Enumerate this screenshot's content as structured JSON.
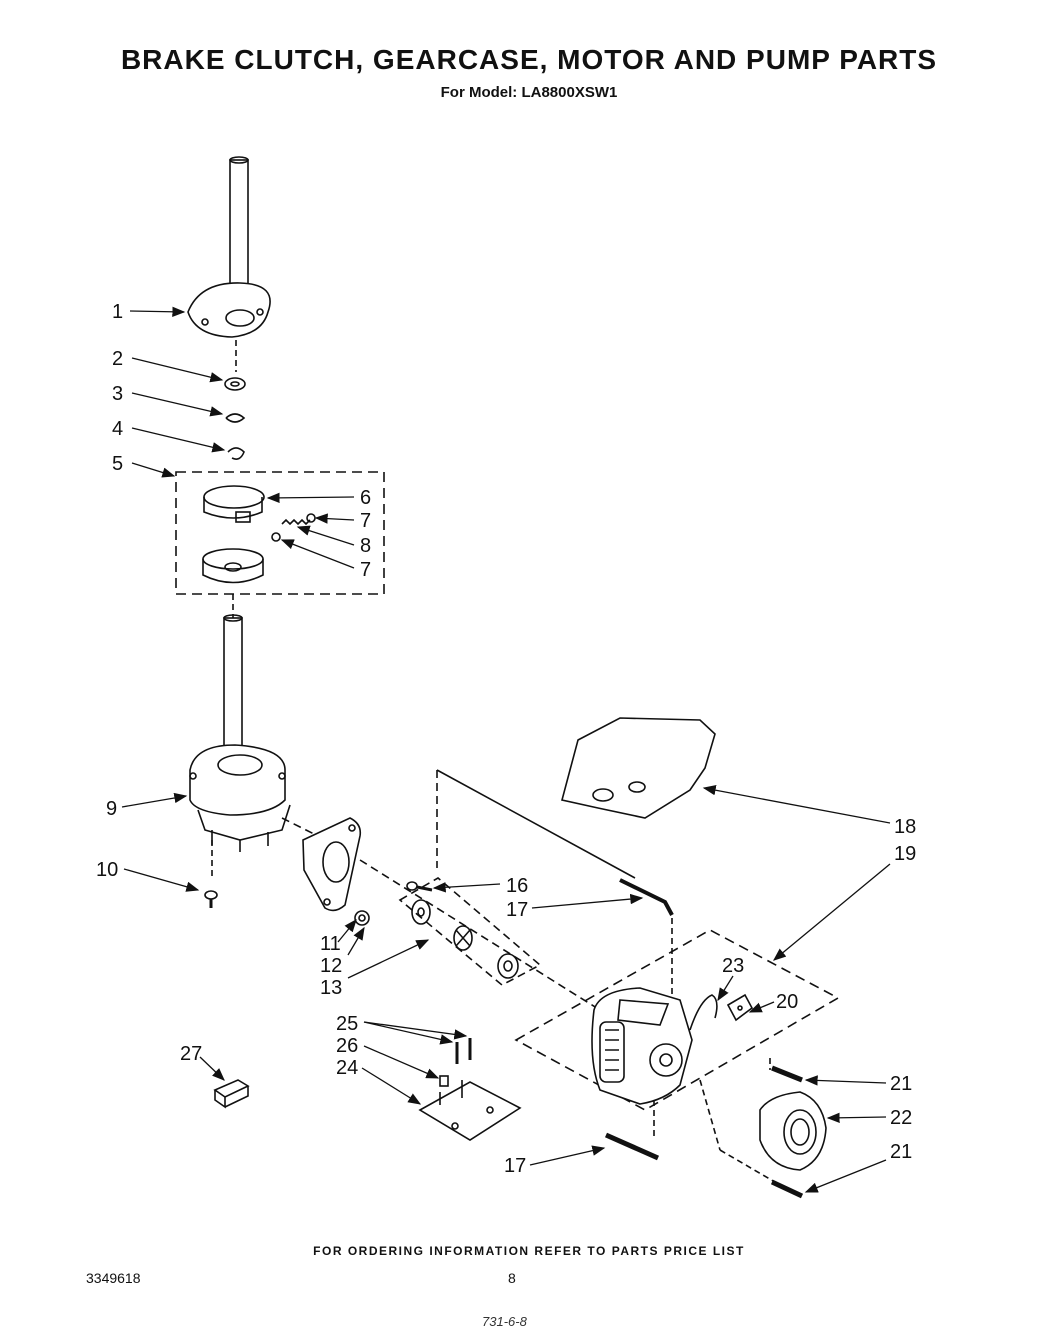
{
  "title": "BRAKE  CLUTCH, GEARCASE, MOTOR AND PUMP PARTS",
  "subtitle": "For Model: LA8800XSW1",
  "footer_note": "FOR ORDERING INFORMATION REFER TO PARTS PRICE LIST",
  "doc_number": "3349618",
  "page_number": "8",
  "handwritten_note": "731-6-8",
  "callouts": [
    "1",
    "2",
    "3",
    "4",
    "5",
    "6",
    "7",
    "8",
    "7",
    "9",
    "10",
    "11",
    "12",
    "13",
    "16",
    "17",
    "18",
    "19",
    "23",
    "20",
    "21",
    "22",
    "21",
    "17",
    "25",
    "26",
    "24",
    "27"
  ]
}
